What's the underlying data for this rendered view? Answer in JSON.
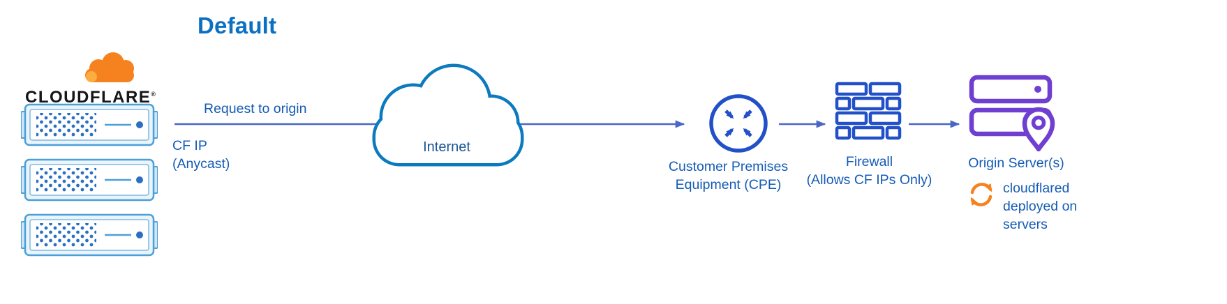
{
  "title": "Default",
  "colors": {
    "title_blue": "#0b6fc2",
    "label_blue": "#155bb5",
    "internet_label_blue": "#1b5693",
    "arrow_blue": "#4a67c8",
    "icon_blue": "#2250c8",
    "cloud_stroke_blue": "#0c7abf",
    "server_outline_blue": "#4d9fd8",
    "server_dot_blue": "#2b6fc2",
    "origin_purple": "#6e3fd1",
    "cloudflare_orange": "#f6821f",
    "cloudflare_orange_light": "#fbad41"
  },
  "cloudflare": {
    "wordmark": "CLOUDFLARE",
    "registered_mark": "®",
    "server_count": 3
  },
  "flow": {
    "request_label": "Request to origin",
    "cf_ip": "CF IP",
    "anycast": "(Anycast)",
    "internet": "Internet"
  },
  "nodes": {
    "cpe": {
      "line1": "Customer Premises",
      "line2": "Equipment (CPE)",
      "icon": "circle-converging-arrows-icon"
    },
    "firewall": {
      "line1": "Firewall",
      "line2": "(Allows CF IPs Only)",
      "icon": "brick-wall-icon"
    },
    "origin": {
      "label": "Origin Server(s)",
      "icon": "server-stack-location-pin-icon"
    },
    "cloudflared": {
      "line1": "cloudflared",
      "line2": "deployed on",
      "line3": "servers",
      "icon": "sync-arrows-icon"
    }
  },
  "icons": {
    "cloudflare_logo": "orange-cloud-logo",
    "edge_server": "server-rack",
    "internet": "cloud-outline"
  }
}
